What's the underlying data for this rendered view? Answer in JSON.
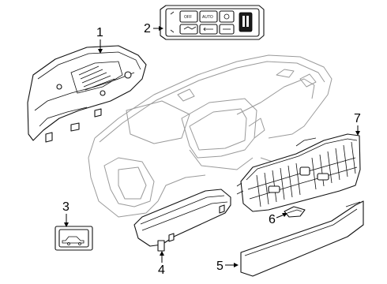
{
  "diagram": {
    "callouts": [
      {
        "id": "1"
      },
      {
        "id": "2"
      },
      {
        "id": "3"
      },
      {
        "id": "4"
      },
      {
        "id": "5"
      },
      {
        "id": "6"
      },
      {
        "id": "7"
      }
    ],
    "switch_panel": {
      "button_labels": [
        "OFF",
        "AUTO"
      ]
    }
  }
}
